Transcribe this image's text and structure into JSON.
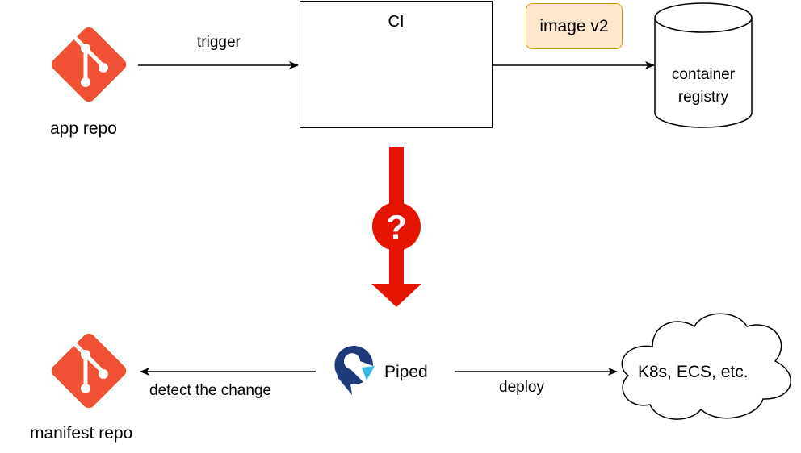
{
  "nodes": {
    "app_repo": {
      "label": "app repo",
      "icon": "git-icon",
      "color": "#f05033"
    },
    "manifest_repo": {
      "label": "manifest repo",
      "icon": "git-icon",
      "color": "#f05033"
    },
    "ci": {
      "label": "CI"
    },
    "image_badge": {
      "label": "image v2",
      "fill": "#ffe6cc",
      "stroke": "#d79b00"
    },
    "registry": {
      "label_line1": "container",
      "label_line2": "registry"
    },
    "piped": {
      "label": "Piped",
      "icon": "piped-logo-icon"
    },
    "cloud": {
      "label": "K8s, ECS, etc."
    },
    "question": {
      "symbol": "?",
      "color": "#e51400"
    }
  },
  "edges": {
    "trigger": "trigger",
    "detect": "detect the change",
    "deploy": "deploy"
  }
}
